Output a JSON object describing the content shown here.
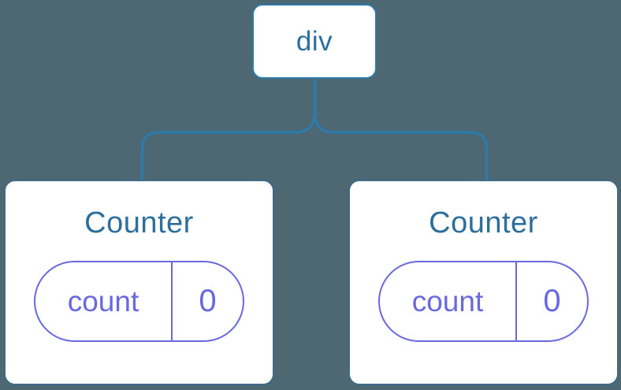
{
  "theme": {
    "background": "#4d6773",
    "connector_blue": "#2e7aa8",
    "card_background": "#ffffff",
    "card_border": "#3e6b88",
    "node_text_blue": "#2d6f9c",
    "state_purple": "#6a68e1"
  },
  "tree": {
    "root": {
      "label": "div"
    },
    "children": [
      {
        "title": "Counter",
        "state": {
          "key": "count",
          "value": "0"
        }
      },
      {
        "title": "Counter",
        "state": {
          "key": "count",
          "value": "0"
        }
      }
    ]
  }
}
